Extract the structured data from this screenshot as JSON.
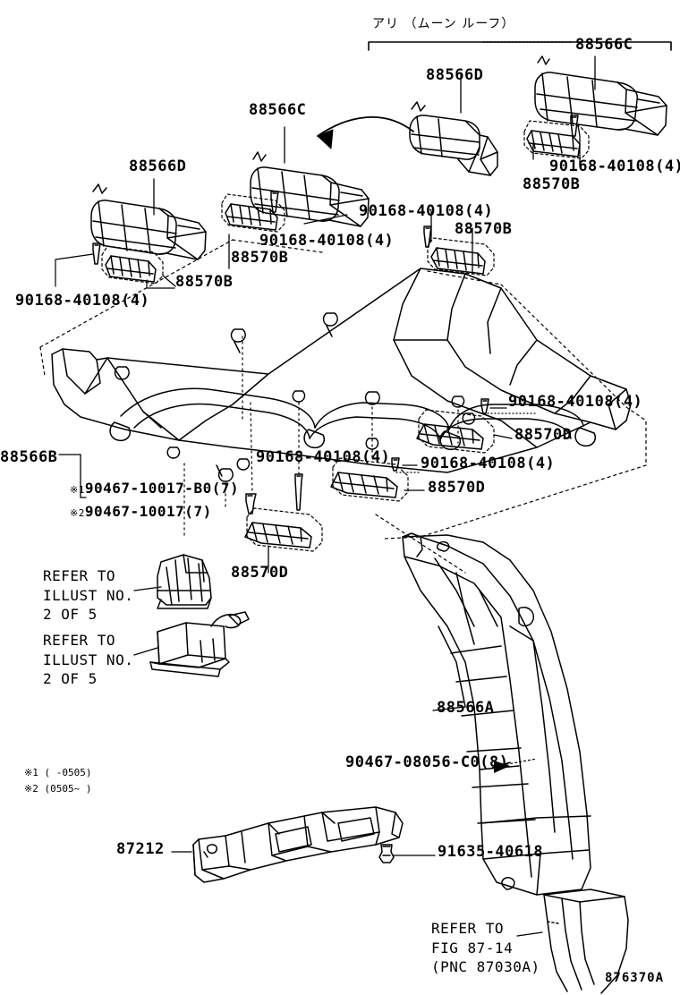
{
  "diagram": {
    "drawing_number": "876370A",
    "group_header": {
      "text": "アリ （ムーン ルーフ）",
      "meaning": "with-moon-roof"
    },
    "footnotes": [
      {
        "mark": "※1",
        "text": "(    -0505)"
      },
      {
        "mark": "※2",
        "text": "(0505~    )"
      }
    ],
    "labels": {
      "top_88566c_right": "88566C",
      "top_88566d_right": "88566D",
      "top_88566c_left": "88566C",
      "top_88566d_left": "88566D",
      "clip_tr": "90168-40108(4)",
      "clip_tm": "90168-40108(4)",
      "clip_tl": "90168-40108(4)",
      "grille_b_tr": "88570B",
      "grille_b_tm": "88570B",
      "grille_b_tl": "88570B",
      "clip_mr": "90168-40108(4)",
      "clip_mm": "90168-40108(4)",
      "clip_ml": "90168-40108(4)",
      "grille_d_r": "88570D",
      "grille_d_m": "88570D",
      "grille_d_l": "88570D",
      "duct_b": "88566B",
      "duct_a": "88566A",
      "bolt_90467_08056": "90467-08056-C0(8)",
      "duct_87212": "87212",
      "clip_91635": "91635-40618"
    },
    "bracket_notes": [
      {
        "mark": "※1",
        "part": "90467-10017-B0(7)"
      },
      {
        "mark": "※2",
        "part": "90467-10017(7)"
      }
    ],
    "refer_blocks": [
      {
        "line1": "REFER TO",
        "line2": "ILLUST NO.",
        "line3": "2 OF 5"
      },
      {
        "line1": "REFER TO",
        "line2": "ILLUST NO.",
        "line3": "2 OF 5"
      }
    ],
    "refer_fig": {
      "line1": "REFER TO",
      "line2": "FIG 87-14",
      "line3": "(PNC 87030A)"
    }
  }
}
